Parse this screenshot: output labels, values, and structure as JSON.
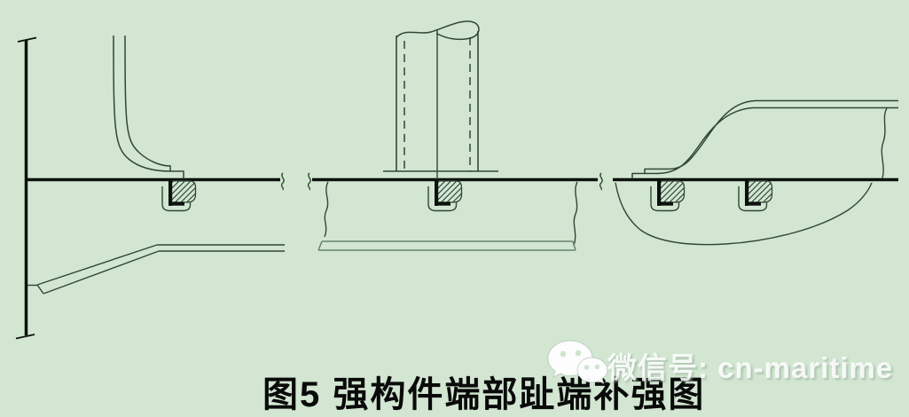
{
  "figure": {
    "caption": "图5  强构件端部趾端补强图"
  },
  "watermark": {
    "text": "微信号: cn-maritime",
    "icon": "wechat-logo"
  },
  "colors": {
    "background": "#d2e6d2",
    "line_thin": "#314736",
    "line_thick": "#0c110d",
    "line_light": "#66836e",
    "hatch": "#273c2c",
    "caption_text": "#0a0a0a",
    "watermark_text": "rgba(255,255,255,0.85)"
  }
}
